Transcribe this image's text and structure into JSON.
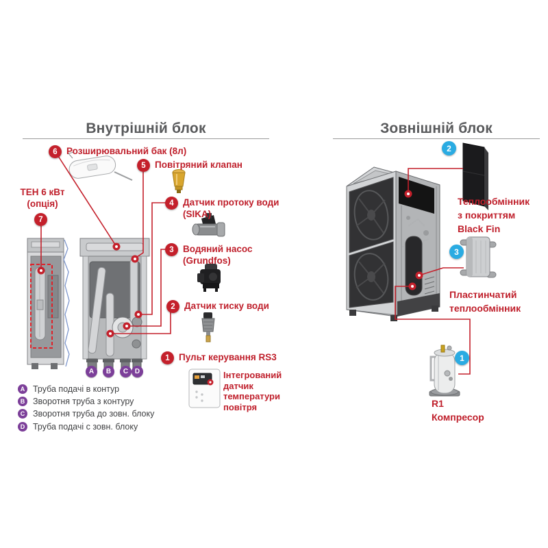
{
  "colors": {
    "accent_red": "#bf1e2a",
    "badge_red": "#c4202b",
    "badge_blue": "#2aabe2",
    "badge_purple": "#7c3f99",
    "title_gray": "#58595b"
  },
  "indoor": {
    "title": "Внутрішній блок",
    "legend": {
      "item6": {
        "num": "6",
        "label": "Розширювальний бак (8л)"
      },
      "item5": {
        "num": "5",
        "label": "Повітряний клапан"
      },
      "item4": {
        "num": "4",
        "label": "Датчик протоку води",
        "sub": "(SIKA)"
      },
      "item3": {
        "num": "3",
        "label": "Водяний насос",
        "sub": "(Grundfos)"
      },
      "item2": {
        "num": "2",
        "label": "Датчик тиску води"
      },
      "item1": {
        "num": "1",
        "label": "Пульт керування RS3",
        "note": "Інтегрований датчик температури повітря"
      },
      "item7": {
        "num": "7",
        "label": "ТЕН 6 кВт",
        "sub": "(опція)"
      }
    },
    "pipes": [
      {
        "letter": "A",
        "label": "Труба подачі в контур"
      },
      {
        "letter": "B",
        "label": "Зворотня труба з контуру"
      },
      {
        "letter": "C",
        "label": "Зворотня труба до зовн. блоку"
      },
      {
        "letter": "D",
        "label": "Труба подачі с зовн. блоку"
      }
    ]
  },
  "outdoor": {
    "title": "Зовнішній блок",
    "legend": {
      "item2": {
        "num": "2",
        "label": "Теплообмінник з покриттям Black Fin"
      },
      "item3": {
        "num": "3",
        "label": "Пластинчатий теплообмінник"
      },
      "item1": {
        "num": "1",
        "label": "R1 Компресор"
      }
    }
  }
}
